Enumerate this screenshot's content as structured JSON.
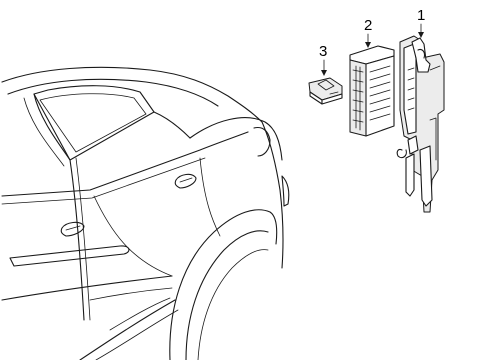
{
  "callouts": [
    {
      "id": "1",
      "label": "1"
    },
    {
      "id": "2",
      "label": "2"
    },
    {
      "id": "3",
      "label": "3"
    }
  ],
  "colors": {
    "line": "#1a1a1a",
    "background": "#ffffff",
    "part_shade": "#ececec"
  }
}
